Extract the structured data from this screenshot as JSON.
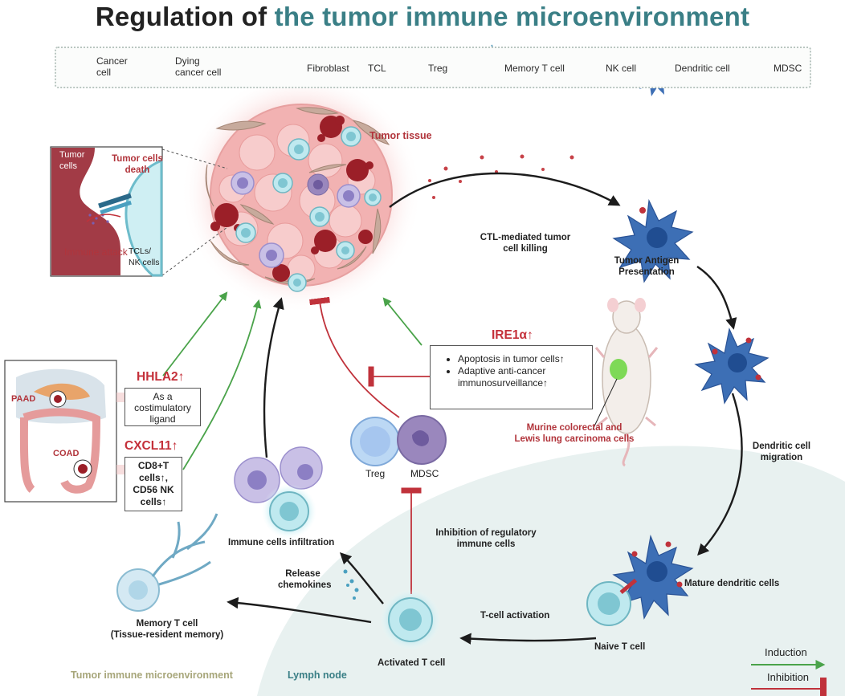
{
  "title": {
    "part1": "Regulation of",
    "part2": "the tumor immune microenvironment"
  },
  "legend": {
    "items": [
      {
        "key": "cancer",
        "label": "Cancer\ncell"
      },
      {
        "key": "dying",
        "label": "Dying\ncancer cell"
      },
      {
        "key": "fibroblast",
        "label": "Fibroblast"
      },
      {
        "key": "tcl",
        "label": "TCL"
      },
      {
        "key": "treg",
        "label": "Treg"
      },
      {
        "key": "memory",
        "label": "Memory T cell"
      },
      {
        "key": "nk",
        "label": "NK cell"
      },
      {
        "key": "dendritic",
        "label": "Dendritic cell"
      },
      {
        "key": "mdsc",
        "label": "MDSC"
      }
    ]
  },
  "tumor": {
    "label": "Tumor tissue"
  },
  "inset": {
    "tumor_cells": "Tumor\ncells",
    "death": "Tumor cells\ndeath",
    "attack": "Immune attack",
    "tcl_nk": "TCLs/\nNK cells"
  },
  "steps": {
    "ctl": "CTL-mediated tumor\ncell killing",
    "antigen": "Tumor Antigen\nPresentation",
    "migration": "Dendritic cell\nmigration",
    "mature": "Mature dendritic cells",
    "naive": "Naive T cell",
    "activation": "T-cell activation",
    "activated": "Activated T cell",
    "inhibition": "Inhibition of regulatory\nimmune cells",
    "infiltration": "Immune cells infiltration",
    "release": "Release\nchemokines",
    "memory": "Memory T cell\n(Tissue-resident memory)"
  },
  "ire1a": {
    "title": "IRE1α↑",
    "bullets": [
      "Apoptosis in tumor cells↑",
      "Adaptive anti-cancer immunosurveillance↑"
    ],
    "murine": "Murine colorectal and\nLewis lung carcinoma cells"
  },
  "hhla2": {
    "title": "HHLA2↑",
    "text": "As a\ncostimulatory\nligand"
  },
  "cxcl11": {
    "title": "CXCL11↑",
    "text": "CD8+T\ncells↑,\nCD56 NK\ncells↑"
  },
  "organs": {
    "paad": "PAAD",
    "coad": "COAD"
  },
  "reg_cells": {
    "treg": "Treg",
    "mdsc": "MDSC"
  },
  "zones": {
    "tme": "Tumor immune microenvironment",
    "lymph": "Lymph node"
  },
  "key": {
    "induction": "Induction",
    "inhibition": "Inhibition"
  },
  "colors": {
    "induction": "#4aa34a",
    "inhibition": "#c0323b",
    "accent": "#3a7f86"
  }
}
